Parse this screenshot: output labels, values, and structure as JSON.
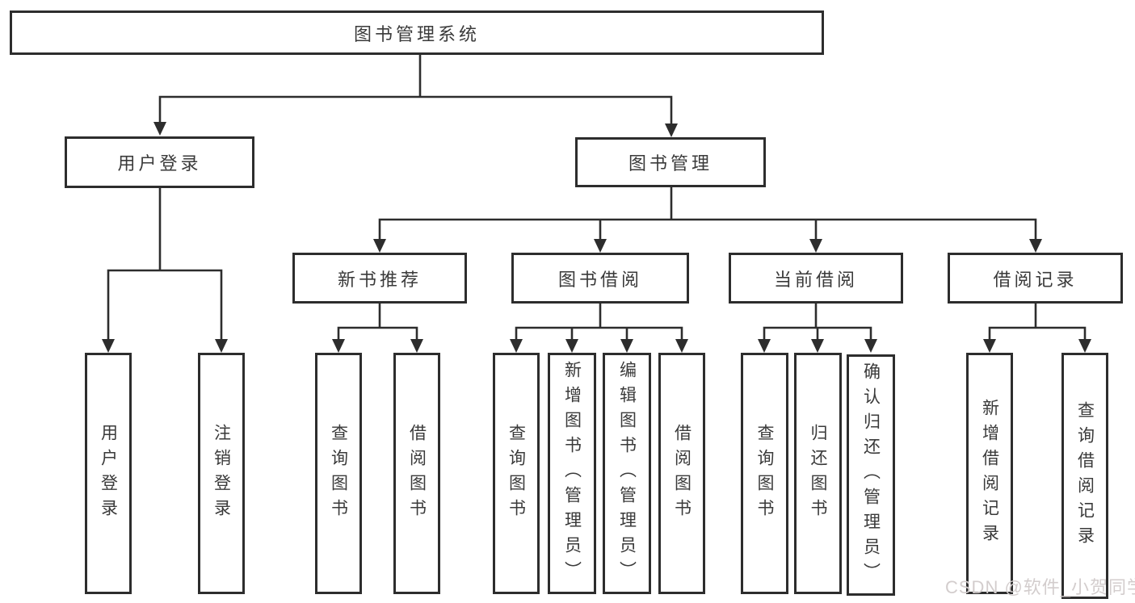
{
  "colors": {
    "line": "#2d2d2d",
    "box_border": "#2d2d2d",
    "text": "#3a3a3a",
    "background": "#ffffff",
    "watermark": "#d3cdcd"
  },
  "watermark": {
    "text": "CSDN @软件_小贺同学"
  },
  "tree": {
    "label": "图书管理系统",
    "children": [
      {
        "label": "用户登录",
        "children": [
          {
            "label": "用户登录"
          },
          {
            "label": "注销登录"
          }
        ]
      },
      {
        "label": "图书管理",
        "children": [
          {
            "label": "新书推荐",
            "children": [
              {
                "label": "查询图书"
              },
              {
                "label": "借阅图书"
              }
            ]
          },
          {
            "label": "图书借阅",
            "children": [
              {
                "label": "查询图书"
              },
              {
                "label": "新增图书（管理员）"
              },
              {
                "label": "编辑图书（管理员）"
              },
              {
                "label": "借阅图书"
              }
            ]
          },
          {
            "label": "当前借阅",
            "children": [
              {
                "label": "查询图书"
              },
              {
                "label": "归还图书"
              },
              {
                "label": "确认归还（管理员）"
              }
            ]
          },
          {
            "label": "借阅记录",
            "children": [
              {
                "label": "新增借阅记录"
              },
              {
                "label": "查询借阅记录"
              }
            ]
          }
        ]
      }
    ]
  }
}
